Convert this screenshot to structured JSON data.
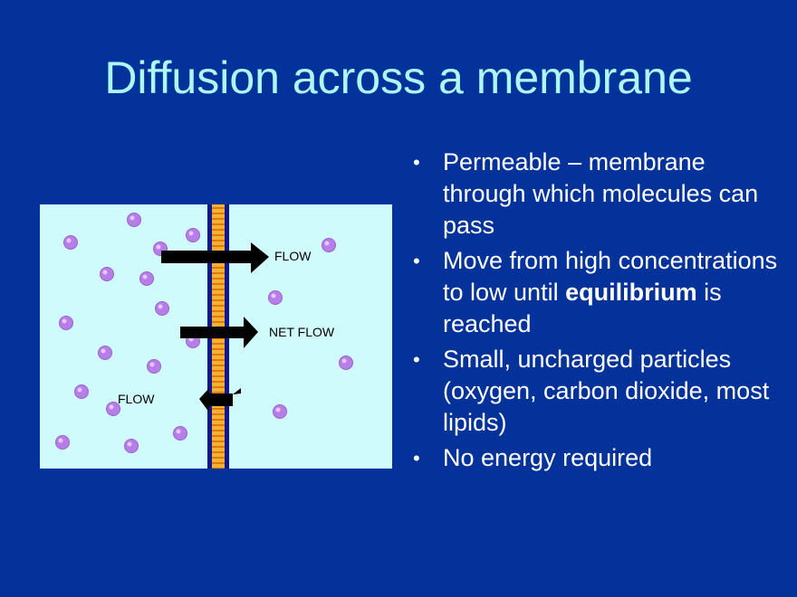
{
  "slide": {
    "title": "Diffusion across a membrane",
    "background_color": "#03339a",
    "title_color": "#aef7f7"
  },
  "diagram": {
    "labels": {
      "flow_right": "FLOW",
      "net_flow": "NET FLOW",
      "flow_left": "FLOW"
    },
    "colors": {
      "chamber": "#d0fbfc",
      "membrane_outer": "#101890",
      "membrane_inner": "#f3b233",
      "molecule": "#b77de9",
      "arrow": "#000000"
    }
  },
  "bullets": [
    {
      "parts": [
        {
          "text": "Permeable – membrane through which molecules can pass"
        }
      ]
    },
    {
      "parts": [
        {
          "text": "Move from high concentrations to low until "
        },
        {
          "text": "equilibrium",
          "bold": true
        },
        {
          "text": " is reached"
        }
      ]
    },
    {
      "parts": [
        {
          "text": "Small, uncharged particles (oxygen, carbon dioxide, most lipids)"
        }
      ]
    },
    {
      "parts": [
        {
          "text": "No energy required"
        }
      ]
    }
  ]
}
